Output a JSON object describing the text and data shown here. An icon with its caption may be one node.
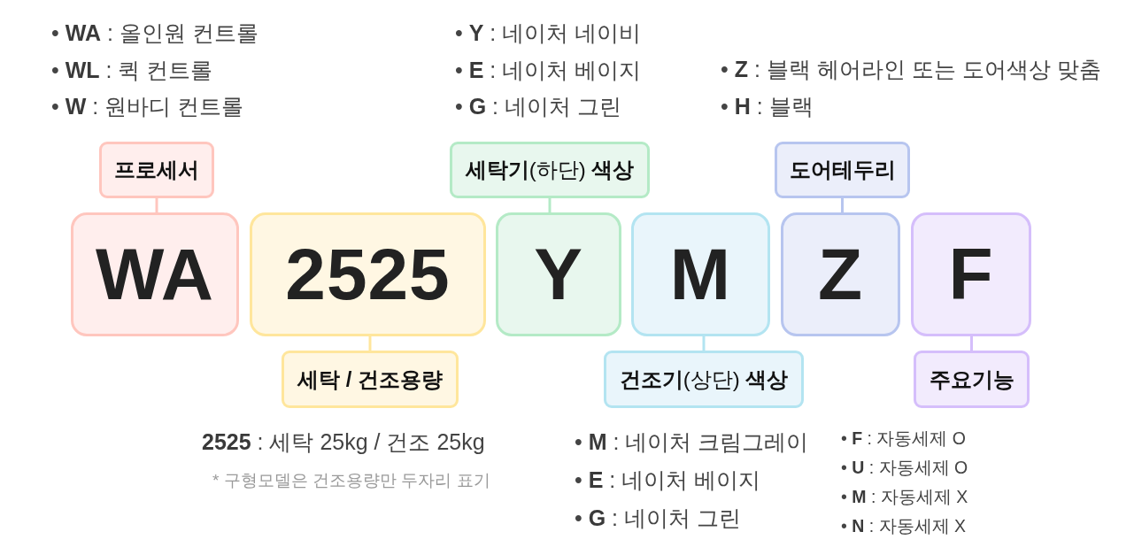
{
  "diagram": {
    "nodes": [
      {
        "text": [
          "프로세서"
        ],
        "beside": [
          "• **WA** : 올인원 컨트롤",
          "• **WL** : 퀵 컨트롤",
          "• **W** : 원바디 컨트롤"
        ]
      },
      {
        "text": [
          "**세탁기**(하단) **색상**"
        ],
        "beside": [
          "• **Y** : 네이처 네이비",
          "• **E** : 네이처 베이지",
          "• **G** : 네이처 그린"
        ]
      },
      {
        "text": [
          "도어테두리"
        ],
        "beside": [
          "• **Z** : 블랙 헤어라인 또는 도어색상 맞춤",
          "• **H** : 블랙"
        ]
      },
      {
        "text": [
          "WA"
        ]
      },
      {
        "text": [
          "2525"
        ]
      },
      {
        "text": [
          "Y"
        ]
      },
      {
        "text": [
          "M"
        ]
      },
      {
        "text": [
          "Z"
        ]
      },
      {
        "text": [
          "F"
        ]
      },
      {
        "text": [
          "세탁 / 건조용량"
        ],
        "beside": [
          "**2525** : 세탁 25kg / 건조 25kg",
          "* 구형모델은 건조용량만 두자리 표기"
        ]
      },
      {
        "text": [
          "**건조기**(상단) **색상**"
        ],
        "beside": [
          "• **M** : 네이처 크림그레이",
          "• **E** : 네이처 베이지",
          "• **G** : 네이처 그린"
        ]
      },
      {
        "text": [
          "주요기능"
        ],
        "beside": [
          "• **F** : 자동세제 O",
          "• **U** : 자동세제 O",
          "• **M** : 자동세제 X",
          "• **N** : 자동세제 X"
        ]
      }
    ],
    "edges": [
      {
        "from": 0,
        "to": 3,
        "arrow": "none",
        "color": "#ffc6be"
      },
      {
        "from": 1,
        "to": 5,
        "arrow": "none",
        "color": "#b4eac6"
      },
      {
        "from": 2,
        "to": 7,
        "arrow": "none",
        "color": "#b7c5ef"
      },
      {
        "from": 4,
        "to": 9,
        "arrow": "none",
        "color": "#ffe69c"
      },
      {
        "from": 6,
        "to": 10,
        "arrow": "none",
        "color": "#b3e4f1"
      },
      {
        "from": 8,
        "to": 11,
        "arrow": "none",
        "color": "#d5befb"
      }
    ]
  }
}
